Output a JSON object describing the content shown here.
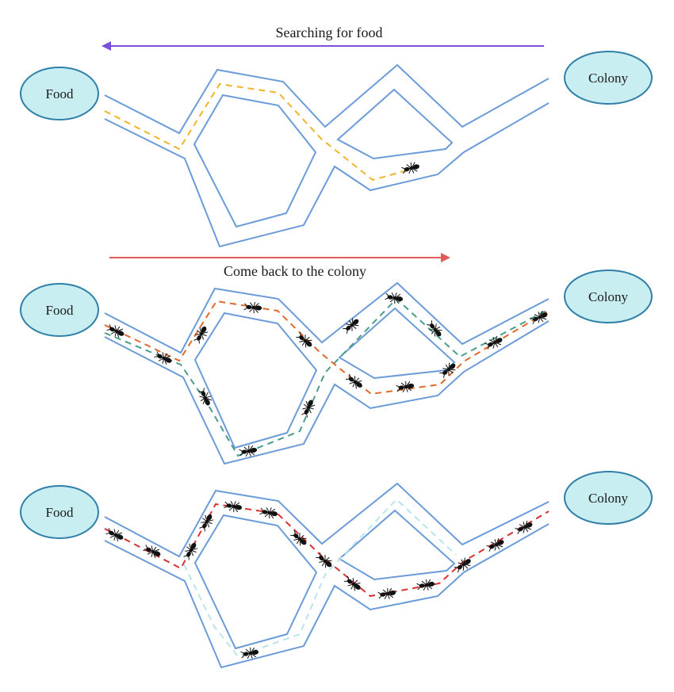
{
  "panels": [
    {
      "caption": "Searching for food",
      "caption_arrow_direction": "left",
      "arrow_color": "#7b4fd6",
      "left_node": "Food",
      "right_node": "Colony",
      "state": "search"
    },
    {
      "caption": "Come back to the colony",
      "caption_arrow_direction": "right",
      "arrow_color": "#e05a5a",
      "left_node": "Food",
      "right_node": "Colony",
      "state": "return"
    },
    {
      "caption": "",
      "left_node": "Food",
      "right_node": "Colony",
      "state": "converged"
    }
  ],
  "colors": {
    "node_fill": "#c9eef1",
    "node_stroke": "#2f7fa8",
    "path_stroke": "#6b9bd8",
    "trail_yellow": "#f0b429",
    "trail_orange": "#e06a2c",
    "trail_teal": "#4a9d8a",
    "trail_red": "#d93030",
    "trail_faded": "#b8e4ea",
    "ant": "#111111"
  },
  "icons": [
    "ant-icon"
  ]
}
